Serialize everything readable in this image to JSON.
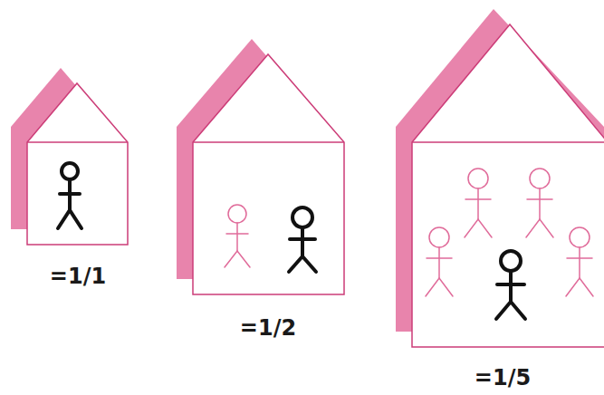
{
  "diagram": {
    "labels": [
      "=1/1",
      "=1/2",
      "=1/5"
    ]
  }
}
